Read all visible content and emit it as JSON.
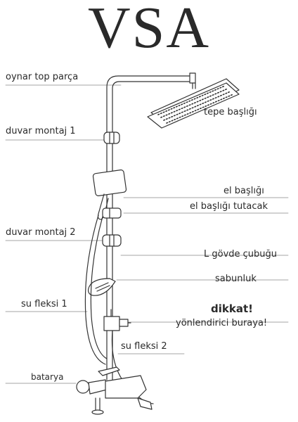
{
  "brand": "VSA",
  "labels": {
    "oynar_top": "oynar top parça",
    "tepe": "tepe başlığı",
    "duvar1": "duvar montaj 1",
    "el_basligi": "el başlığı",
    "el_tutacak": "el başlığı tutacak",
    "duvar2": "duvar montaj 2",
    "l_govde": "L gövde çubuğu",
    "sabunluk": "sabunluk",
    "su_fleksi1": "su fleksi 1",
    "dikkat": "dikkat!",
    "yonlendirici": "yönlendirici buraya!",
    "su_fleksi2": "su fleksi 2",
    "batarya": "batarya"
  }
}
